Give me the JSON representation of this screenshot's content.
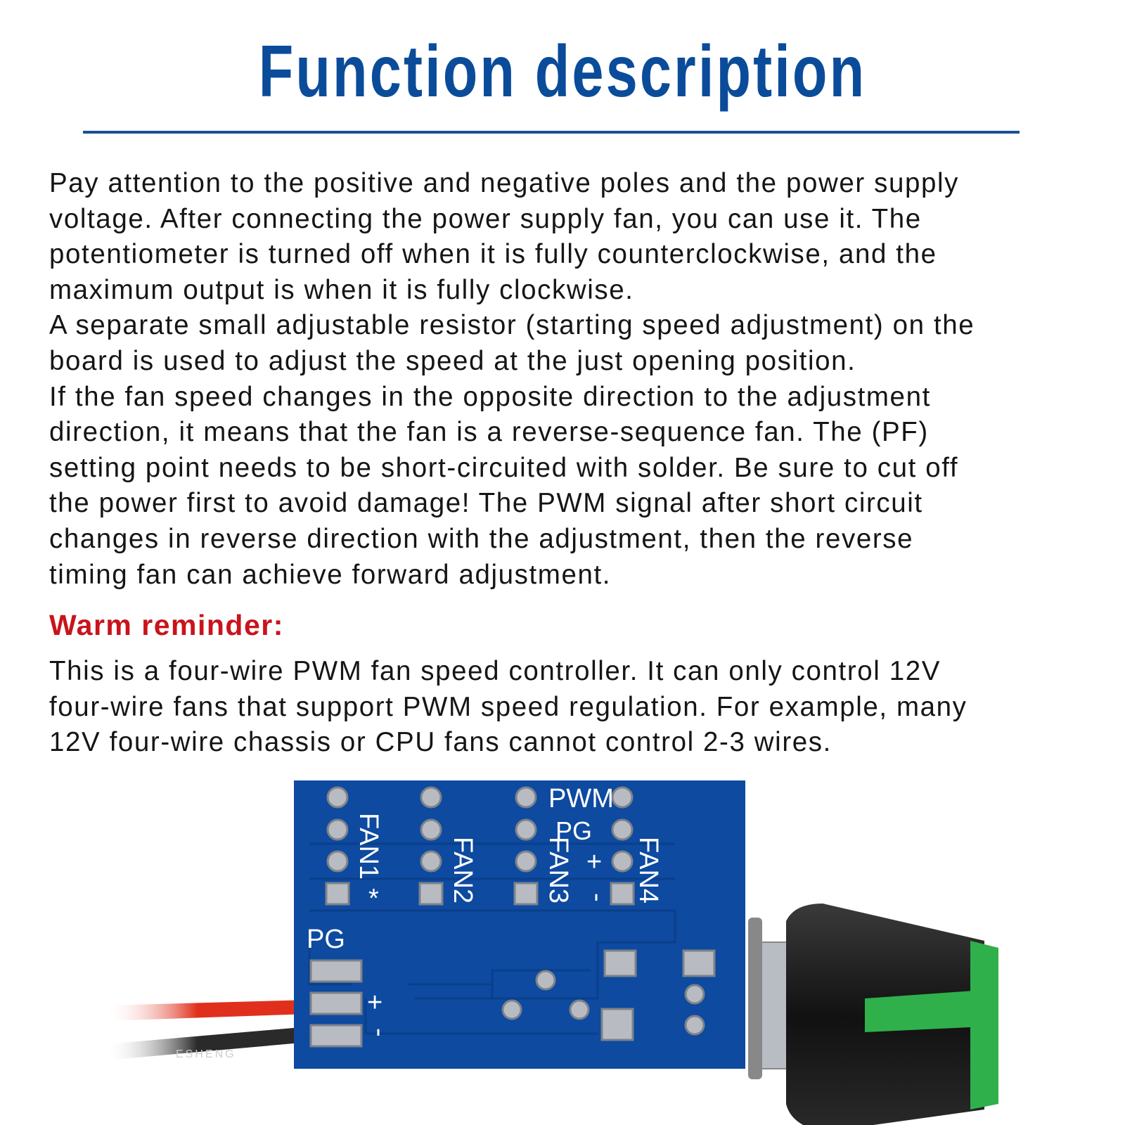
{
  "title": "Function description",
  "description_lines": [
    "Pay attention to the positive and negative poles and the power supply",
    "voltage. After connecting the power supply fan, you can use it. The",
    "potentiometer is turned off when it is fully counterclockwise, and the",
    "maximum output is when it is fully clockwise.",
    "A separate small adjustable resistor (starting speed adjustment) on the",
    "board is used to adjust the speed at the just opening position.",
    "If the fan speed changes in the opposite direction to the adjustment",
    "direction, it means that the fan is a reverse-sequence fan. The (PF)",
    "setting point needs to be short-circuited with solder. Be sure to cut off",
    "the power first to avoid damage! The PWM signal after short circuit",
    "changes in reverse direction with the adjustment, then the reverse",
    "timing fan can achieve forward adjustment."
  ],
  "reminder": {
    "heading": "Warm reminder:",
    "lines": [
      "This is a four-wire PWM fan speed controller. It can only control 12V",
      "four-wire fans that support PWM speed regulation. For example, many",
      "12V four-wire chassis or CPU fans cannot control 2-3 wires."
    ]
  },
  "board": {
    "labels": {
      "pwm": "PWM",
      "pg_top": "PG",
      "fan1": "FAN1",
      "fan2": "FAN2",
      "fan3": "FAN3",
      "fan4": "FAN4",
      "star": "*",
      "plus_top": "+",
      "minus_top": "-",
      "pg": "PG",
      "plus": "+",
      "minus": "-",
      "wire_print": "ESHENG"
    },
    "colors": {
      "pcb": "#0d4aa0",
      "knob": "#1a1a1a",
      "knob_accent": "#2fb04a",
      "wire_red": "#e0301c",
      "wire_black": "#2a2a2a"
    }
  }
}
